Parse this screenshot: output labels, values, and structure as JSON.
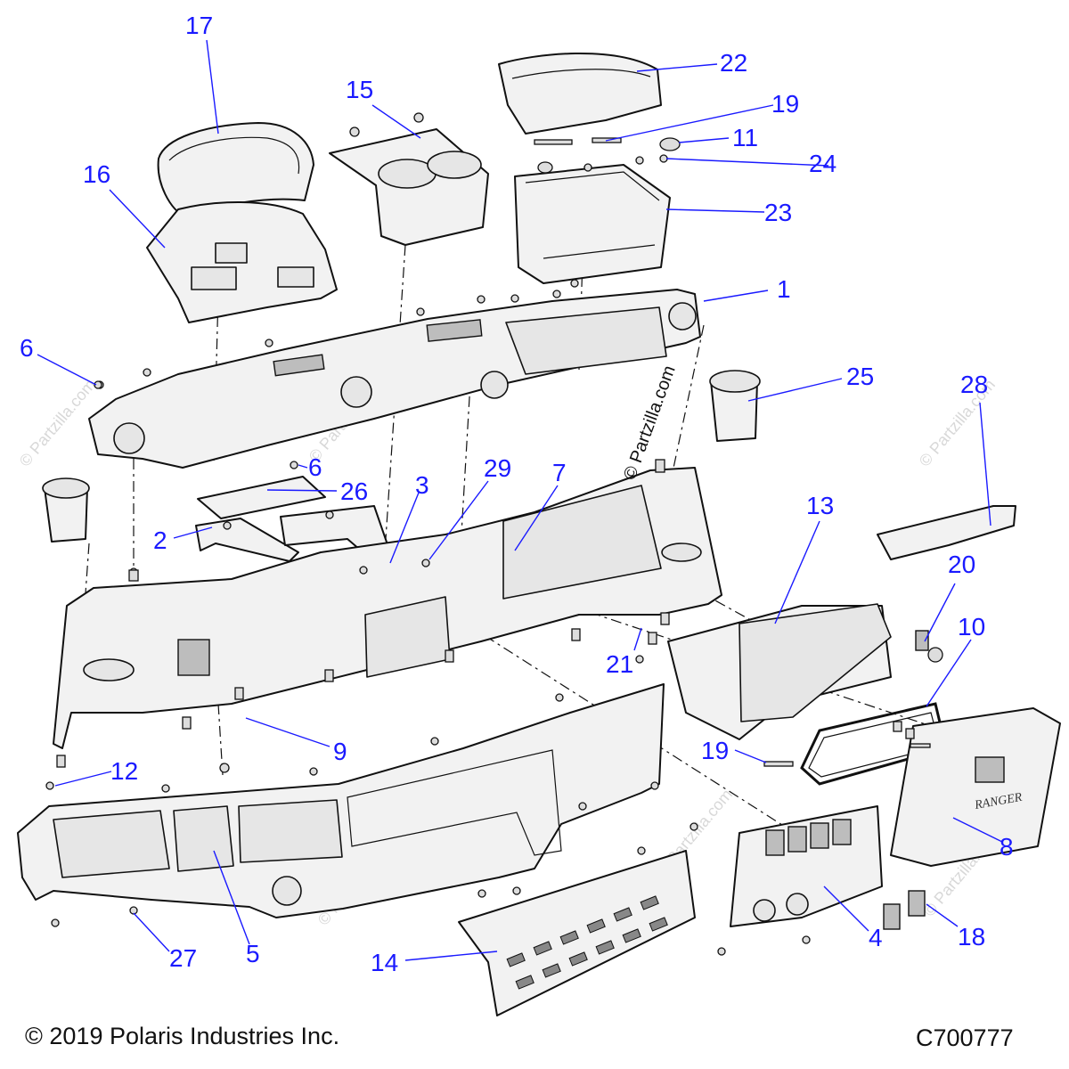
{
  "callouts": [
    {
      "label": "17"
    },
    {
      "label": "16"
    },
    {
      "label": "15"
    },
    {
      "label": "22"
    },
    {
      "label": "19"
    },
    {
      "label": "11"
    },
    {
      "label": "24"
    },
    {
      "label": "23"
    },
    {
      "label": "1"
    },
    {
      "label": "6"
    },
    {
      "label": "25"
    },
    {
      "label": "28"
    },
    {
      "label": "6"
    },
    {
      "label": "26"
    },
    {
      "label": "3"
    },
    {
      "label": "29"
    },
    {
      "label": "7"
    },
    {
      "label": "13"
    },
    {
      "label": "2"
    },
    {
      "label": "20"
    },
    {
      "label": "10"
    },
    {
      "label": "21"
    },
    {
      "label": "9"
    },
    {
      "label": "19"
    },
    {
      "label": "12"
    },
    {
      "label": "8"
    },
    {
      "label": "4"
    },
    {
      "label": "18"
    },
    {
      "label": "27"
    },
    {
      "label": "5"
    },
    {
      "label": "14"
    }
  ],
  "watermark": "© Partzilla.com",
  "footer": {
    "copyright": "© 2019 Polaris Industries Inc.",
    "code": "C700777"
  },
  "glovebox_emblem": "RANGER"
}
